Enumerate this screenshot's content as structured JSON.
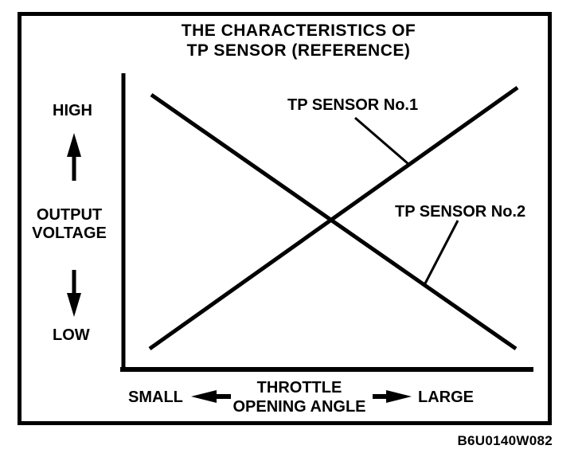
{
  "figure": {
    "title": {
      "line1": "THE CHARACTERISTICS OF",
      "line2": "TP SENSOR (REFERENCE)"
    },
    "code": "B6U0140W082"
  },
  "y_axis": {
    "high_label": "HIGH",
    "label_line1": "OUTPUT",
    "label_line2": "VOLTAGE",
    "low_label": "LOW"
  },
  "x_axis": {
    "small_label": "SMALL",
    "label_line1": "THROTTLE",
    "label_line2": "OPENING ANGLE",
    "large_label": "LARGE"
  },
  "series_labels": {
    "sensor1": "TP SENSOR No.1",
    "sensor2": "TP SENSOR No.2"
  },
  "colors": {
    "ink": "#000000",
    "paper": "#ffffff"
  },
  "chart_data": {
    "type": "line",
    "title": "THE CHARACTERISTICS OF TP SENSOR (REFERENCE)",
    "xlabel": "THROTTLE OPENING ANGLE",
    "ylabel": "OUTPUT VOLTAGE",
    "x_range_labels": [
      "SMALL",
      "LARGE"
    ],
    "y_range_labels": [
      "LOW",
      "HIGH"
    ],
    "axes_quantitative": false,
    "grid": false,
    "legend_position": "inline-annotations-with-leader-lines",
    "series": [
      {
        "name": "TP SENSOR No.1",
        "direction": "rising",
        "x_normalized": [
          0.06,
          0.96
        ],
        "y_normalized": [
          0.07,
          0.95
        ]
      },
      {
        "name": "TP SENSOR No.2",
        "direction": "falling",
        "x_normalized": [
          0.07,
          0.96
        ],
        "y_normalized": [
          0.93,
          0.07
        ]
      }
    ],
    "crossing_point_normalized": {
      "x": 0.51,
      "y": 0.51
    }
  }
}
